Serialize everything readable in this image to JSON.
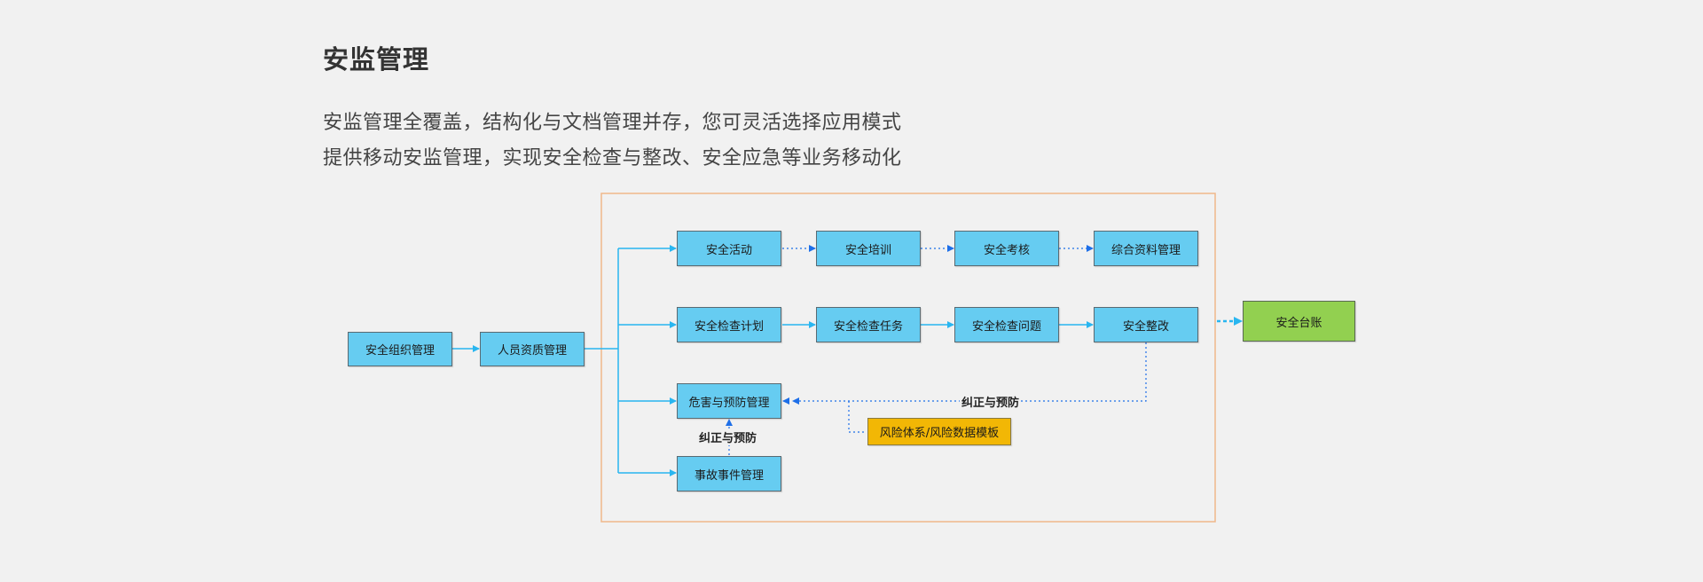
{
  "page": {
    "title": "安监管理",
    "description_lines": [
      "安监管理全覆盖，结构化与文档管理并存，您可灵活选择应用模式",
      "提供移动安监管理，实现安全检查与整改、安全应急等业务移动化"
    ]
  },
  "diagram": {
    "colors": {
      "node_blue": "#66ccf1",
      "node_green": "#92d050",
      "node_yellow": "#f2b705",
      "container_border": "#f0b88a",
      "solid_arrow": "#29b6f0",
      "dotted_arrow": "#1e6fe8"
    },
    "nodes": {
      "org": "安全组织管理",
      "personnel": "人员资质管理",
      "activity": "安全活动",
      "training": "安全培训",
      "assessment": "安全考核",
      "documents": "综合资料管理",
      "inspection_plan": "安全检查计划",
      "inspection_task": "安全检查任务",
      "inspection_issue": "安全检查问题",
      "rectification": "安全整改",
      "hazard": "危害与预防管理",
      "accident": "事故事件管理",
      "risk_template": "风险体系/风险数据模板",
      "ledger": "安全台账"
    },
    "labels": {
      "correction_right": "纠正与预防",
      "correction_bottom": "纠正与预防"
    }
  }
}
